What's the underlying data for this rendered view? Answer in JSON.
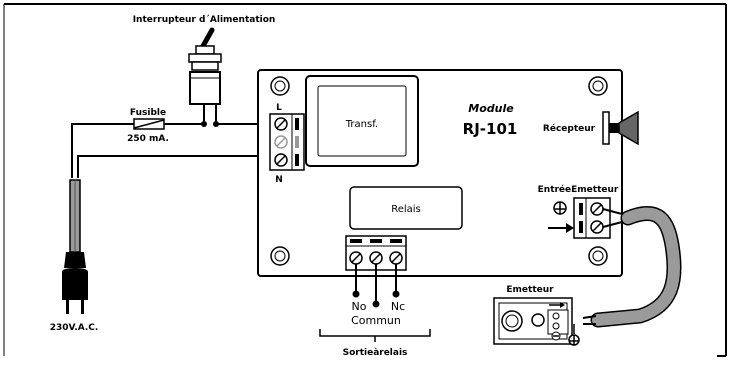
{
  "labels": {
    "power_switch": "Interrupteur d´Alimentation",
    "fuse": "Fusible",
    "fuse_rating": "250 mA.",
    "voltage": "230V.A.C.",
    "terminal_l": "L",
    "terminal_n": "N",
    "transformer": "Transf.",
    "relay": "Relais",
    "module_word": "Module",
    "module_model": "RJ-101",
    "receiver": "Récepteur",
    "transmitter_input": "EntréeEmetteur",
    "transmitter": "Emetteur",
    "contact_no": "No",
    "contact_nc": "Nc",
    "common": "Commun",
    "relay_output": "Sortieàrelais"
  },
  "symbols": {
    "ground": "ground-icon",
    "arrow": "arrow-right-icon",
    "minus": "minus-icon",
    "screw": "screw-terminal-icon"
  }
}
